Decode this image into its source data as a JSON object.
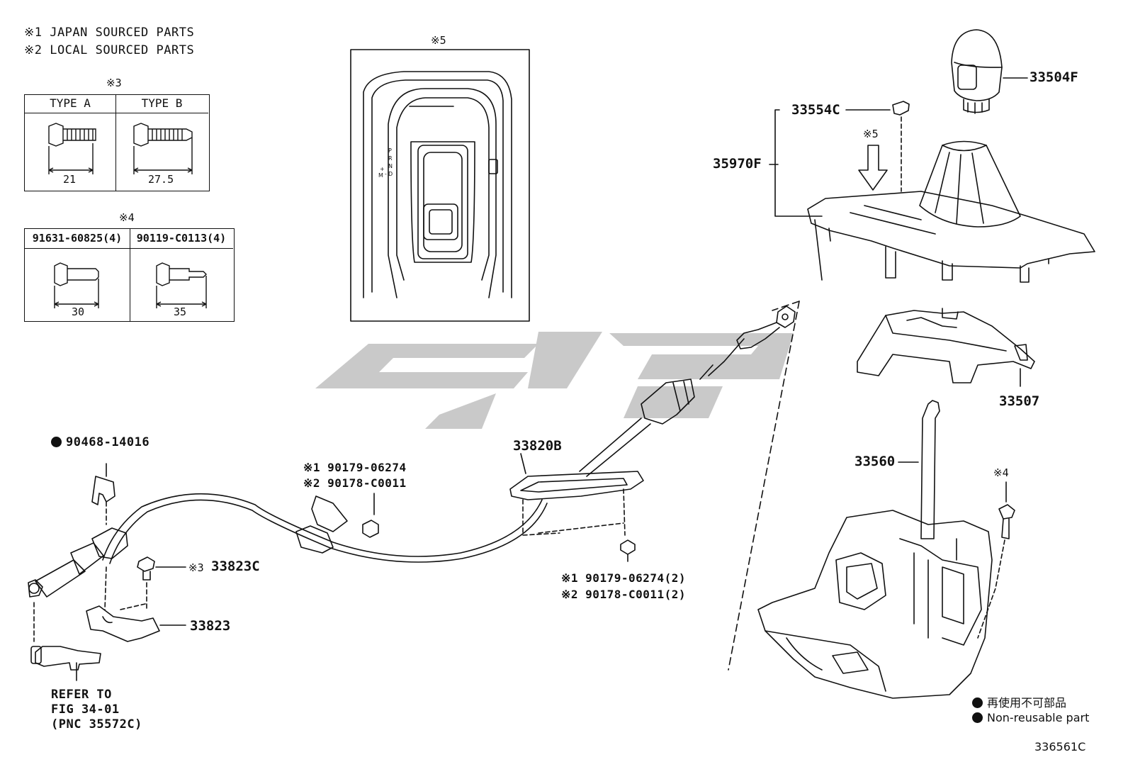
{
  "notes": {
    "n1": "※1 JAPAN SOURCED PARTS",
    "n2": "※2 LOCAL SOURCED PARTS"
  },
  "box3": {
    "mark": "※3",
    "col_a": "TYPE  A",
    "col_b": "TYPE  B",
    "dim_a": "21",
    "dim_b": "27.5"
  },
  "box4": {
    "mark": "※4",
    "col_a": "91631-60825(4)",
    "col_b": "90119-C0113(4)",
    "dim_a": "30",
    "dim_b": "35"
  },
  "box5": {
    "mark": "※5",
    "gear_letters": [
      "P",
      "R",
      "N",
      "D"
    ],
    "manual": "M",
    "plus": "+",
    "minus": "-"
  },
  "parts": {
    "p33504F": "33504F",
    "p33554C": "33554C",
    "p35970F": "35970F",
    "mark5": "※5",
    "p33507": "33507",
    "p33560": "33560",
    "mark4": "※4",
    "p33820B": "33820B",
    "p90468": "90468-14016",
    "nut_top_1": "※1 90179-06274",
    "nut_top_2": "※2 90178-C0011",
    "nut_bot_1": "※1 90179-06274(2)",
    "nut_bot_2": "※2 90178-C0011(2)",
    "mark3": "※3",
    "p33823C": "33823C",
    "p33823": "33823",
    "refer_1": "REFER TO",
    "refer_2": "FIG 34-01",
    "refer_3": "(PNC 35572C)"
  },
  "legend": {
    "jp": "再使用不可部品",
    "en": "Non-reusable part"
  },
  "figure_id": "336561C"
}
